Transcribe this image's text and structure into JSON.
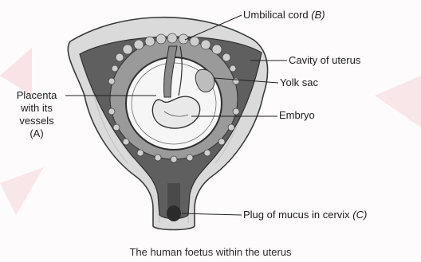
{
  "labels": {
    "umbilical_cord": "Umbilical cord",
    "umbilical_cord_key": "(B)",
    "cavity_of_uterus": "Cavity of uterus",
    "yolk_sac": "Yolk sac",
    "embryo": "Embryo",
    "placenta_lines": [
      "Placenta",
      "with its",
      "vessels",
      "(A)"
    ],
    "plug_of_mucus": "Plug of mucus in cervix",
    "plug_of_mucus_key": "(C)"
  },
  "caption": "The human foetus within the uterus",
  "colors": {
    "background": "#fdfbfb",
    "uterine_wall": "#dcdcdc",
    "wall_outline": "#3a3a3a",
    "cavity": "#5e5e5e",
    "villi": "#8a8a8a",
    "amnion_fill": "#f7f7f7",
    "label_text": "#1c1c1c",
    "pink_accent": "#f3c9cf"
  }
}
